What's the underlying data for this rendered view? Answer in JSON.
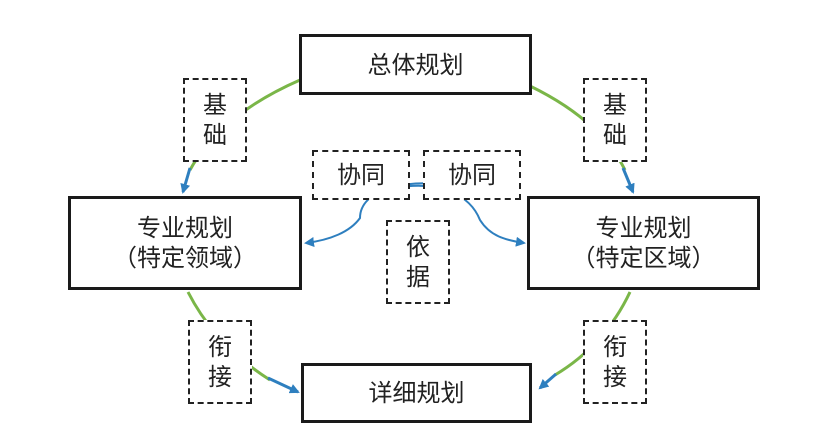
{
  "nodes": {
    "overall": "总体规划",
    "specialty_left": {
      "line1": "专业规划",
      "line2": "（特定领域）"
    },
    "specialty_right": {
      "line1": "专业规划",
      "line2": "（特定区域）"
    },
    "detailed": "详细规划"
  },
  "labels": {
    "basis_left": [
      "基",
      "础"
    ],
    "basis_right": [
      "基",
      "础"
    ],
    "coord_left": "协同",
    "coord_right": "协同",
    "reference": [
      "依",
      "据"
    ],
    "link_left": [
      "衔",
      "接"
    ],
    "link_right": [
      "衔",
      "接"
    ]
  },
  "colors": {
    "arc": "#7ab648",
    "arrow": "#2e7fbf",
    "border": "#1a1a1a"
  }
}
